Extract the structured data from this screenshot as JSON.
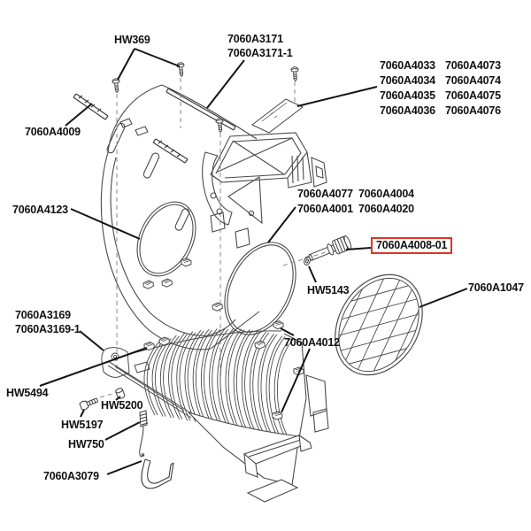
{
  "diagram": {
    "type": "exploded-parts-diagram",
    "highlighted_part": "7060A4008-01"
  },
  "labels": {
    "hw369": "HW369",
    "a3171": "7060A3171",
    "a3171_1": "7060A3171-1",
    "a4033": "7060A4033",
    "a4073": "7060A4073",
    "a4034": "7060A4034",
    "a4074": "7060A4074",
    "a4035": "7060A4035",
    "a4075": "7060A4075",
    "a4036": "7060A4036",
    "a4076": "7060A4076",
    "a4009": "7060A4009",
    "a4123": "7060A4123",
    "a4077": "7060A4077",
    "a4004": "7060A4004",
    "a4001": "7060A4001",
    "a4020": "7060A4020",
    "a4008_01": "7060A4008-01",
    "hw5143": "HW5143",
    "a1047": "7060A1047",
    "a3169": "7060A3169",
    "a3169_1": "7060A3169-1",
    "hw5494": "HW5494",
    "hw5200": "HW5200",
    "hw5197": "HW5197",
    "hw750": "HW750",
    "a3079": "7060A3079",
    "a4012": "7060A4012"
  },
  "colors": {
    "highlight_box": "#e03427",
    "leader_line": "#141414",
    "part_line": "#4a4a4a",
    "text": "#111111",
    "background": "#ffffff"
  }
}
